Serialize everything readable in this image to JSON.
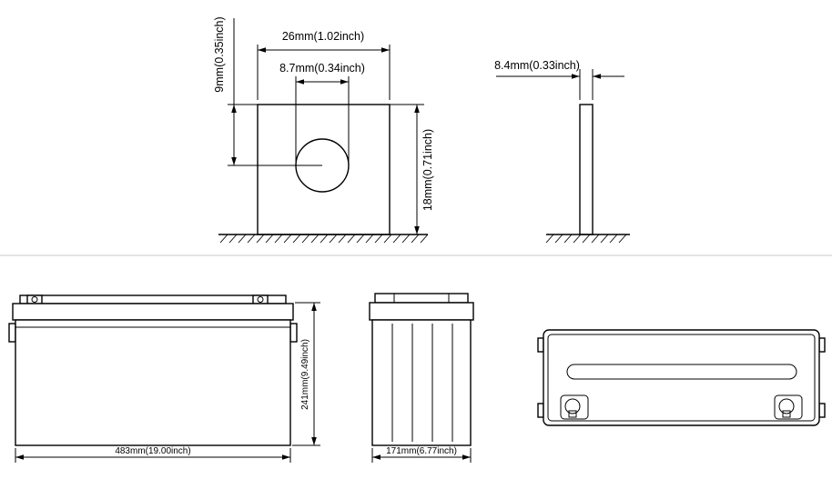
{
  "colors": {
    "line": "#000000",
    "divider": "#c9c9c9",
    "background": "#ffffff"
  },
  "labels": {
    "terminal_front": {
      "top_width": "26mm(1.02inch)",
      "hole_diameter": "8.7mm(0.34inch)",
      "hole_offset": "9mm(0.35inch)",
      "height": "18mm(0.71inch)"
    },
    "terminal_side": {
      "thickness": "8.4mm(0.33inch)"
    },
    "battery_front": {
      "length": "483mm(19.00inch)",
      "height": "241mm(9.49inch)"
    },
    "battery_side": {
      "width": "171mm(6.77inch)"
    }
  }
}
